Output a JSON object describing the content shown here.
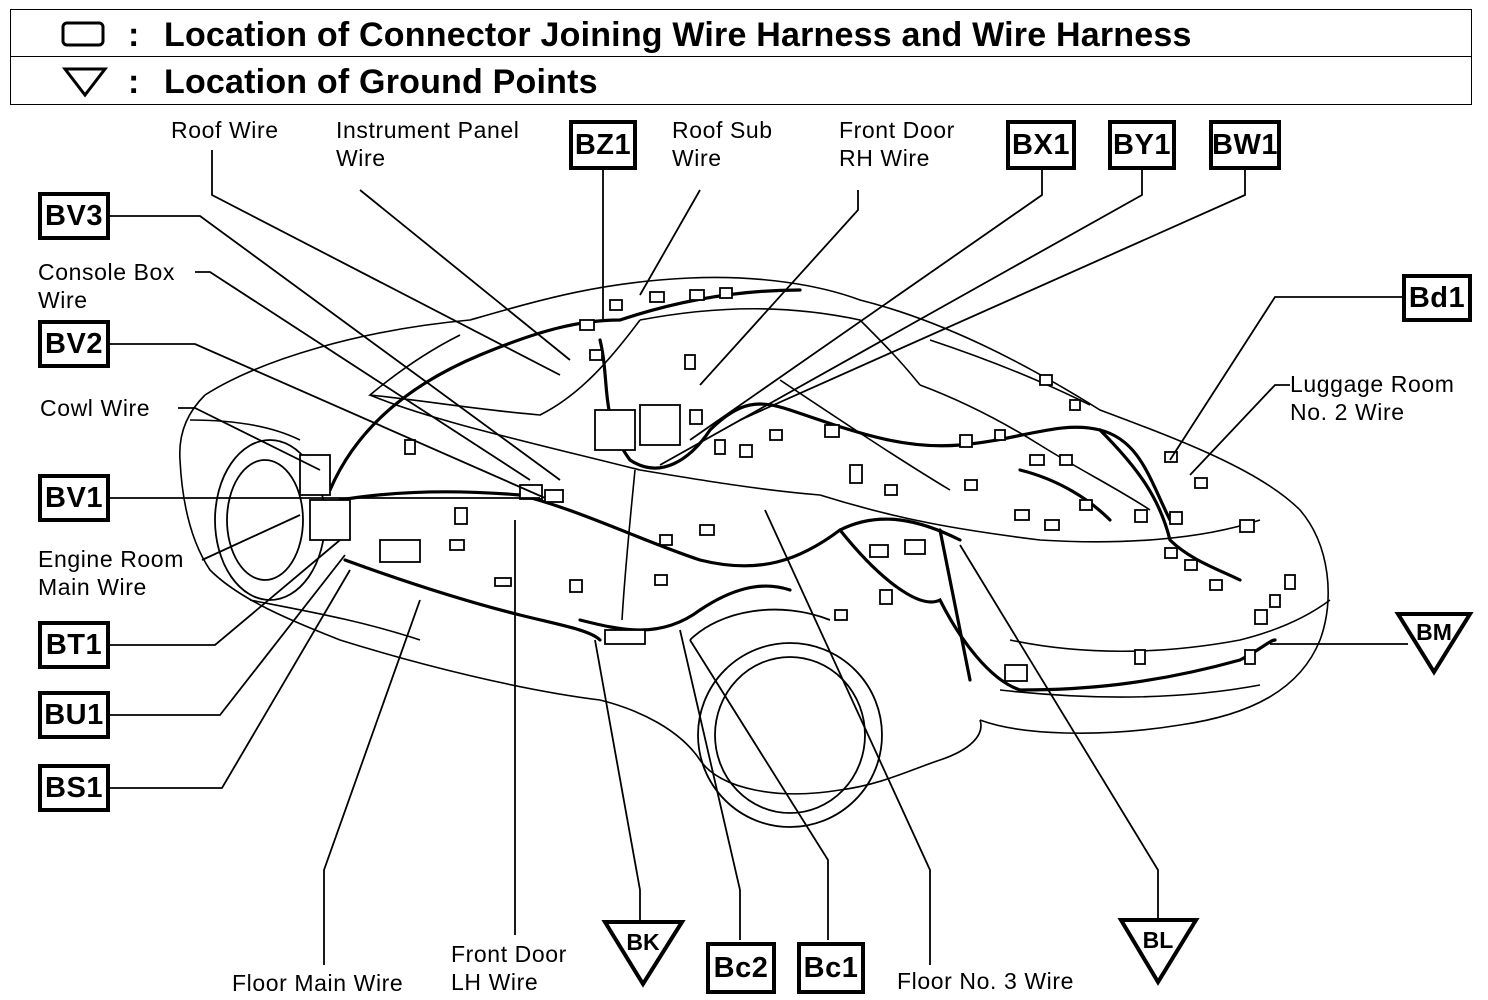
{
  "legend": {
    "connector_text": "Location of Connector Joining Wire Harness and Wire Harness",
    "ground_text": "Location of Ground Points",
    "colon": ":",
    "connector_symbol": "rectangle",
    "ground_symbol": "triangle-down"
  },
  "connectors": {
    "bz1": "BZ1",
    "bx1": "BX1",
    "by1": "BY1",
    "bw1": "BW1",
    "bv3": "BV3",
    "bv2": "BV2",
    "bv1": "BV1",
    "bd1": "Bd1",
    "bt1": "BT1",
    "bu1": "BU1",
    "bs1": "BS1",
    "bc2": "Bc2",
    "bc1": "Bc1"
  },
  "grounds": {
    "bm": "BM",
    "bk": "BK",
    "bl": "BL"
  },
  "wires": {
    "roof_wire": "Roof Wire",
    "instrument_panel_1": "Instrument Panel",
    "instrument_panel_2": "Wire",
    "roof_sub_1": "Roof Sub",
    "roof_sub_2": "Wire",
    "front_door_rh_1": "Front Door",
    "front_door_rh_2": "RH Wire",
    "console_box_1": "Console Box",
    "console_box_2": "Wire",
    "cowl_wire": "Cowl Wire",
    "engine_room_1": "Engine Room",
    "engine_room_2": "Main Wire",
    "luggage_room_1": "Luggage Room",
    "luggage_room_2": "No. 2 Wire",
    "front_door_lh_1": "Front Door",
    "front_door_lh_2": "LH Wire",
    "floor_main_wire": "Floor Main Wire",
    "floor_no3_wire": "Floor No. 3 Wire"
  }
}
